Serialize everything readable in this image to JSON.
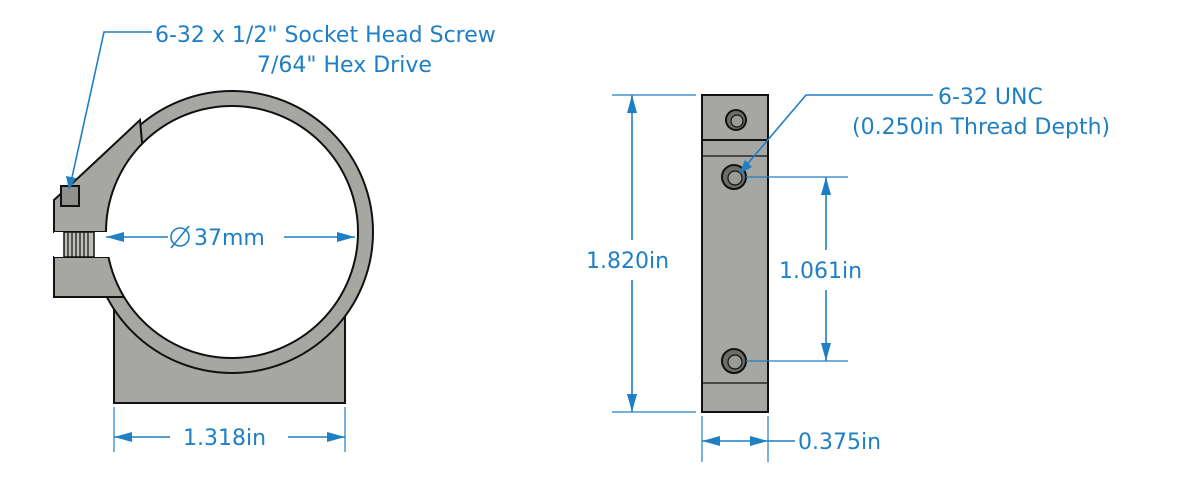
{
  "screw_note": {
    "line1": "6-32 x 1/2\" Socket Head Screw",
    "line2": "7/64\" Hex Drive"
  },
  "thread_note": {
    "line1": "6-32 UNC",
    "line2": "(0.250in Thread Depth)"
  },
  "dimensions": {
    "bore_diameter": "37mm",
    "width": "1.318in",
    "height": "1.820in",
    "hole_spacing": "1.061in",
    "thickness": "0.375in"
  },
  "colors": {
    "dimension": "#1f7fc4",
    "part": "#a6a6a2",
    "outline": "#111111"
  }
}
